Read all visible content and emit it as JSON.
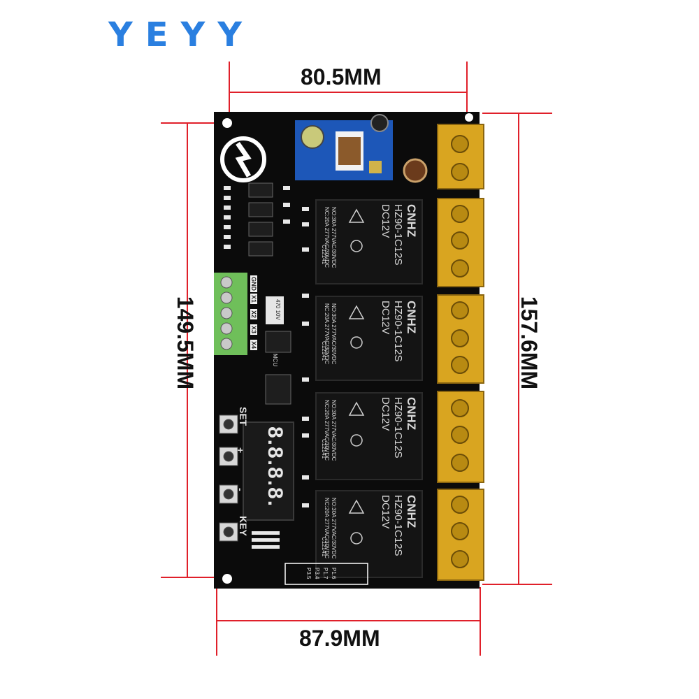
{
  "brand": {
    "logo_text": "YEYY",
    "color": "#2a7fe0"
  },
  "dimensions": {
    "top_width": "80.5MM",
    "bottom_width": "87.9MM",
    "left_height": "149.5MM",
    "right_height": "157.6MM"
  },
  "relays": [
    {
      "brand": "CNHZ",
      "model": "HZ90-1C12S",
      "voltage": "DC12V",
      "spec_no": "NO:30A 277VAC/30VDC",
      "spec_nc": "NC:20A 277VAC/30VDC",
      "code": "C12141"
    },
    {
      "brand": "CNHZ",
      "model": "HZ90-1C12S",
      "voltage": "DC12V",
      "spec_no": "NO:30A 277VAC/30VDC",
      "spec_nc": "NC:20A 277VAC/30VDC",
      "code": "C12141"
    },
    {
      "brand": "CNHZ",
      "model": "HZ90-1C12S",
      "voltage": "DC12V",
      "spec_no": "NO:30A 277VAC/30VDC",
      "spec_nc": "NC:20A 277VAC/30VDC",
      "code": "C12141"
    },
    {
      "brand": "CNHZ",
      "model": "HZ90-1C12S",
      "voltage": "DC12V",
      "spec_no": "NO:30A 277VAC/30VDC",
      "spec_nc": "NC:20A 277VAC/30VDC",
      "code": "C12141"
    }
  ],
  "input_terminal_labels": [
    "GND",
    "X1",
    "X2",
    "X3",
    "X4"
  ],
  "button_labels": [
    "SET",
    "+",
    "-",
    "KEY"
  ],
  "capacitor_label": "470 10V",
  "chip_label": "MCU",
  "display_digits": "8.8.8.8.",
  "pin_header_labels": [
    "P3.5",
    "P3.4",
    "P1.7",
    "P1.6"
  ],
  "colors": {
    "pcb": "#0b0b0b",
    "terminal_block": "#d9a520",
    "green_terminal": "#6fbf5a",
    "power_module": "#1d57b8",
    "dimension_line": "#e0202a"
  }
}
